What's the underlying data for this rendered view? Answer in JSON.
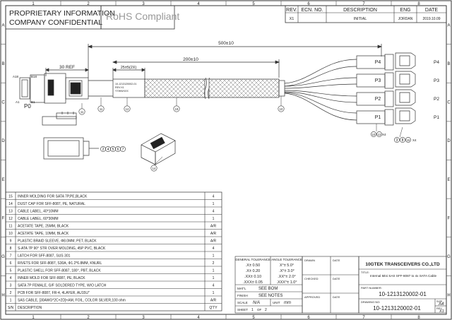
{
  "header": {
    "proprietary_line1": "PROPRIETARY INFORMATION",
    "proprietary_line2": "COMPANY CONFIDENTIAL",
    "rohs": "RoHS Compliant"
  },
  "grid": {
    "columns": [
      "1",
      "2",
      "3",
      "4",
      "5",
      "6",
      "7",
      "8"
    ],
    "rows": [
      "A",
      "B",
      "C",
      "D",
      "E",
      "F",
      "G",
      "H"
    ]
  },
  "revision_block": {
    "headers": [
      "REV.",
      "ECN. NO.",
      "DESCRIPTION",
      "ENG",
      "DATE"
    ],
    "row": [
      "X1",
      "",
      "INITIAL",
      "JORDAN",
      "2019.10.09"
    ]
  },
  "drawing": {
    "dim_overall": "500±10",
    "dim_braid": "200±10",
    "dim_ref": "30 REF",
    "dim_label": "25±5(2X)",
    "label_text_lines": [
      "10-1213120002-01",
      "REV:X1",
      "YYWWXXX"
    ],
    "connector_name": "P0",
    "pin_labels": [
      "A18",
      "B18",
      "A1",
      "B1"
    ],
    "ports": [
      "P4",
      "P3",
      "P2",
      "P1"
    ],
    "port_right_labels": [
      "P4",
      "P3",
      "P2",
      "P1"
    ],
    "balloons_main": [
      "11",
      "12",
      "19",
      "10"
    ],
    "balloons_top": [
      "11"
    ],
    "balloons_shell": [
      "2",
      "4",
      "5",
      "6",
      "7"
    ],
    "balloon_14": "14",
    "balloons_p1_left": [
      "10",
      "13"
    ],
    "balloons_p1_right": [
      "3",
      "8",
      "15"
    ],
    "x4": "X4"
  },
  "bom": {
    "rows": [
      {
        "n": "15",
        "desc": "INNER MOLDING FOR SATA 7P,PE,BLACK",
        "qty": "4"
      },
      {
        "n": "14",
        "desc": "DUST CAP FOR SFF-8087, PE, NATURAL",
        "qty": "1"
      },
      {
        "n": "13",
        "desc": "CABLE LABEL, 40*10MM",
        "qty": "4"
      },
      {
        "n": "12",
        "desc": "CABLE LABEL, 60*30MM",
        "qty": "1"
      },
      {
        "n": "11",
        "desc": "ACETATE TAPE, 25MM, BLACK",
        "qty": "A/R"
      },
      {
        "n": "10",
        "desc": "ACETATE TAPE, 10MM, BLACK",
        "qty": "A/R"
      },
      {
        "n": "9",
        "desc": "PLASTIC BRAID SLEEVE, Φ8.0MM, PET, BLACK",
        "qty": "A/R"
      },
      {
        "n": "8",
        "desc": "S-ATA 7P 90° STR OVER MOLDING, 45P PVC, BLACK",
        "qty": "4"
      },
      {
        "n": "7",
        "desc": "LATCH FOR SFF-8087, SUS 301",
        "qty": "1"
      },
      {
        "n": "6",
        "desc": "RIVETS FOR SFF-8087, S30A, Φ1.2*6.8MM, KNURL",
        "qty": "2"
      },
      {
        "n": "5",
        "desc": "PLASTIC SHELL FOR SFF-8087, 180°, PBT, BLACK",
        "qty": "1"
      },
      {
        "n": "4",
        "desc": "INNER MOLD FOR SFF-8087, PE, BLACK",
        "qty": "1"
      },
      {
        "n": "3",
        "desc": "SATA 7P FEMALE, G/F SOLDERED TYPE, W/O LATCH",
        "qty": "4"
      },
      {
        "n": "2",
        "desc": "PCB FOR SFF-8087, FR-4, 4LAYER, AU15U\"",
        "qty": "1"
      },
      {
        "n": "1",
        "desc": "SAS CABLE, [30AWG*2C+2D]+AM, FOIL, COLOR SILVER,100 ohm",
        "qty": "A/R"
      }
    ],
    "footer": {
      "n": "S/N",
      "desc": "DESCRIPTION",
      "qty": "Q'TY"
    }
  },
  "tolerance": {
    "general_title": "GENERAL TOLERANCE",
    "general": [
      ".X± 0.50",
      ".X± 0.20",
      ".XX± 0.10",
      ".XXX± 0.05"
    ],
    "angle_title": "ANGLE TOLERANCE",
    "angle": [
      "X°± 5.0°",
      ".X°± 3.0°",
      ".XX°± 2.0°",
      ".XXX°± 1.0°"
    ],
    "mat_label": "MAT'L",
    "mat_value": "SEE BOM",
    "finish_label": "FINISH",
    "finish_value": "SEE NOTES",
    "scale_label": "SCALE",
    "scale_value": "N/A",
    "unit_label": "UNIT",
    "unit_value": "mm",
    "sheet_label": "SHEET",
    "sheet_value": "1",
    "of_label": "OF",
    "sheet_total": "2"
  },
  "signoff": {
    "drawn": "DRAWN",
    "checked": "CHECKED",
    "approved": "APPROVED",
    "date": "DATE"
  },
  "title_block": {
    "company": "10GTEK TRANSCEIVERS CO.,LTD",
    "title_label": "TITLE:",
    "title_value": "Internal Mini SAS SFF-8087 to 4x SATA Cable",
    "part_label": "PART NUMBER:",
    "part_value": "10-1213120002-01",
    "drawing_label": "DRAWING NO:",
    "drawing_value": "10-1213120002-01",
    "size_label": "SIZE",
    "size_value": "A4",
    "rev_label": "REV",
    "rev_value": "X1"
  }
}
